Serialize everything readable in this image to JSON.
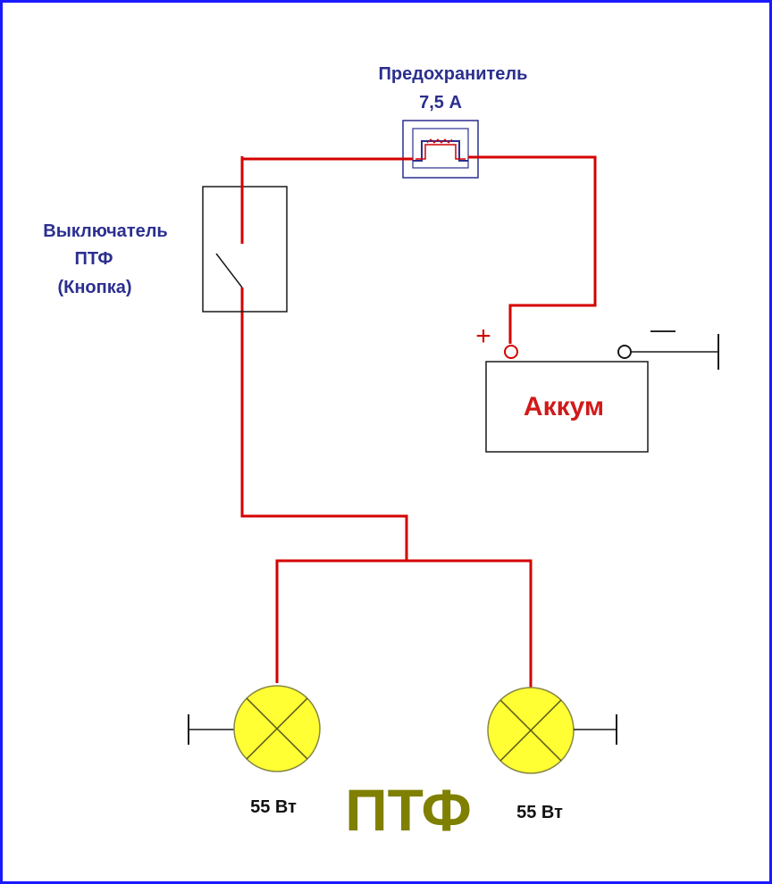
{
  "fuse": {
    "title": "Предохранитель",
    "rating": "7,5 А"
  },
  "switch": {
    "line1": "Выключатель",
    "line2": "ПТФ",
    "line3": "(Кнопка)"
  },
  "battery": {
    "label": "Аккум",
    "plus": "+",
    "minus": "—"
  },
  "lamps": {
    "left_power": "55 Вт",
    "right_power": "55 Вт"
  },
  "caption": "ПТФ",
  "colors": {
    "wire": "#d40000",
    "lamp_fill": "#ffff33",
    "label_blue": "#2b2f8f",
    "caption_olive": "#7f7f00",
    "battery_label": "#d11a1a",
    "frame": "#1a1aff"
  }
}
